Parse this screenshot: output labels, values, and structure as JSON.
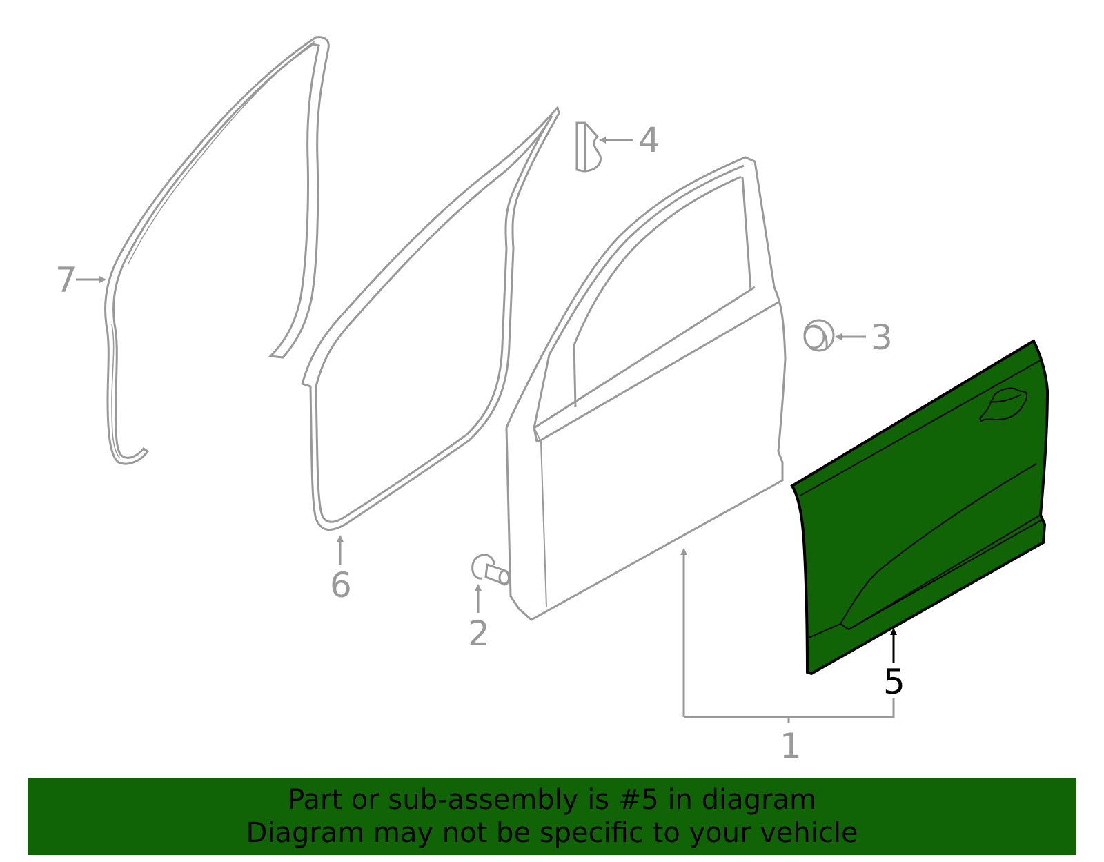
{
  "diagram": {
    "title": "Front door assembly exploded parts diagram",
    "highlight_color": "#116405",
    "line_color": "#999999",
    "highlight_outline_color": "#000000",
    "callouts": [
      {
        "id": "1",
        "label": "1",
        "part": "door-assembly-bracket"
      },
      {
        "id": "2",
        "label": "2",
        "part": "hinge-pin-bolt"
      },
      {
        "id": "3",
        "label": "3",
        "part": "grommet-plug"
      },
      {
        "id": "4",
        "label": "4",
        "part": "clip"
      },
      {
        "id": "5",
        "label": "5",
        "part": "outer-door-panel",
        "highlighted": true
      },
      {
        "id": "6",
        "label": "6",
        "part": "door-weatherstrip"
      },
      {
        "id": "7",
        "label": "7",
        "part": "body-side-weatherstrip"
      }
    ]
  },
  "banner": {
    "line1": "Part or sub-assembly is #5 in diagram",
    "line2": "Diagram may not be specific to your vehicle",
    "background": "#116405"
  }
}
